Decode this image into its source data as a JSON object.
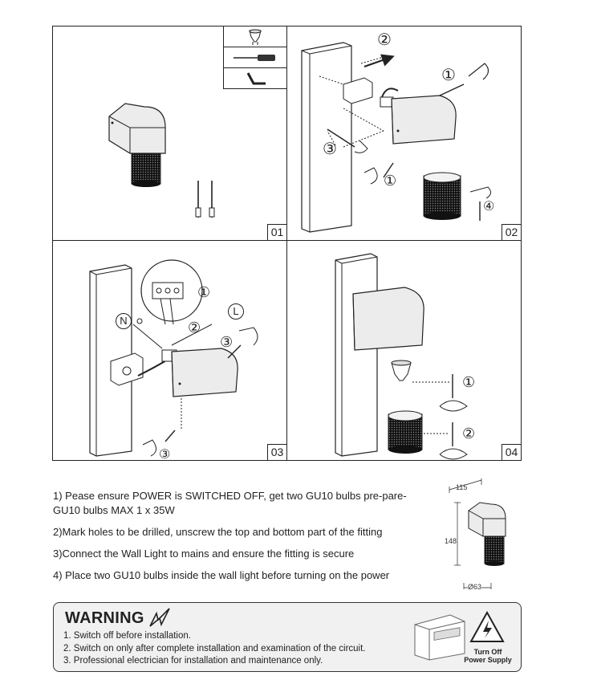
{
  "panels": [
    {
      "number": "01"
    },
    {
      "number": "02"
    },
    {
      "number": "03"
    },
    {
      "number": "04"
    }
  ],
  "callouts": {
    "p2_remove_cap": "①",
    "p2_unscrew": "②",
    "p2_mount": "③",
    "p2_bottom_screw": "①",
    "p2_lower_ring": "④",
    "p3_terminal": "①",
    "p3_wires": "②",
    "p3_ring": "③",
    "p3_bottom_ring": "③",
    "p3_neutral": "N",
    "p3_live": "L",
    "p4_bulb": "①",
    "p4_cover": "②"
  },
  "tools": [
    "gu10-bulb-icon",
    "screwdriver-icon",
    "hex-key-icon"
  ],
  "instructions": [
    "1) Pease ensure POWER is SWITCHED OFF, get two GU10 bulbs pre-pare-GU10 bulbs MAX 1 x 35W",
    "2)Mark holes to be drilled, unscrew the top and bottom part of the fitting",
    "3)Connect the Wall Light to mains and ensure the fitting is secure",
    "4) Place two GU10 bulbs inside the wall light before turning on the power"
  ],
  "dimensions": {
    "width": "115",
    "height": "148",
    "diameter": "Ø63"
  },
  "warning": {
    "title": "WARNING",
    "items": [
      "1. Switch off before installation.",
      "2. Switch on only after complete installation and examination of the circuit.",
      "3. Professional electrician for installation and maintenance only."
    ],
    "turn_off_line1": "Turn Off",
    "turn_off_line2": "Power Supply"
  },
  "colors": {
    "line": "#222222",
    "fixture_grey": "#e6e6e6",
    "mesh": "#1a1a1a",
    "warning_bg": "#f1f1f1"
  }
}
